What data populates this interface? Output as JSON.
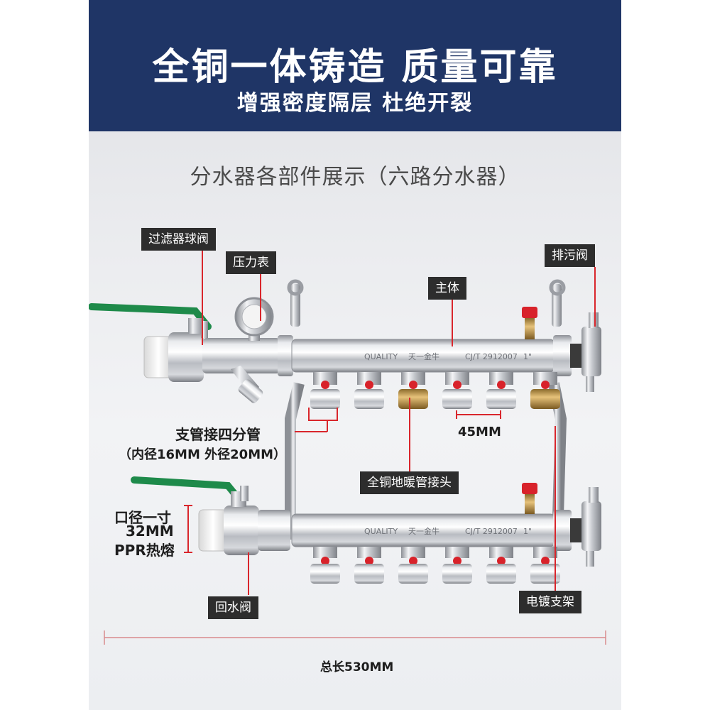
{
  "banner": {
    "title": "全铜一体铸造 质量可靠",
    "subtitle": "增强密度隔层 杜绝开裂"
  },
  "heading": "分水器各部件展示（六路分水器）",
  "callouts": {
    "filter_ball_valve": "过滤器球阀",
    "pressure_gauge": "压力表",
    "drain_valve": "排污阀",
    "main_body": "主体",
    "branch_pipe": "支管接四分管",
    "branch_pipe_spec": "（内径16MM 外径20MM）",
    "spacing": "45MM",
    "copper_fitting": "全铜地暖管接头",
    "inlet_size_1": "口径一寸",
    "inlet_size_2": "32MM",
    "inlet_size_3": "PPR热熔",
    "return_valve": "回水阀",
    "bracket": "电镀支架",
    "total_length": "总长530MM"
  },
  "product_marks": {
    "quality": "QUALITY",
    "brand": "天一金牛",
    "standard": "CJ/T 2912007",
    "size": "1\""
  },
  "colors": {
    "banner": "#1f3566",
    "label_bg": "#2d2d2d",
    "guide_line": "#d9262c",
    "handle_green": "#1e8a4a",
    "cap_red": "#d8222a",
    "chrome": "#c9ccd1"
  },
  "outlets_per_bar": 6
}
